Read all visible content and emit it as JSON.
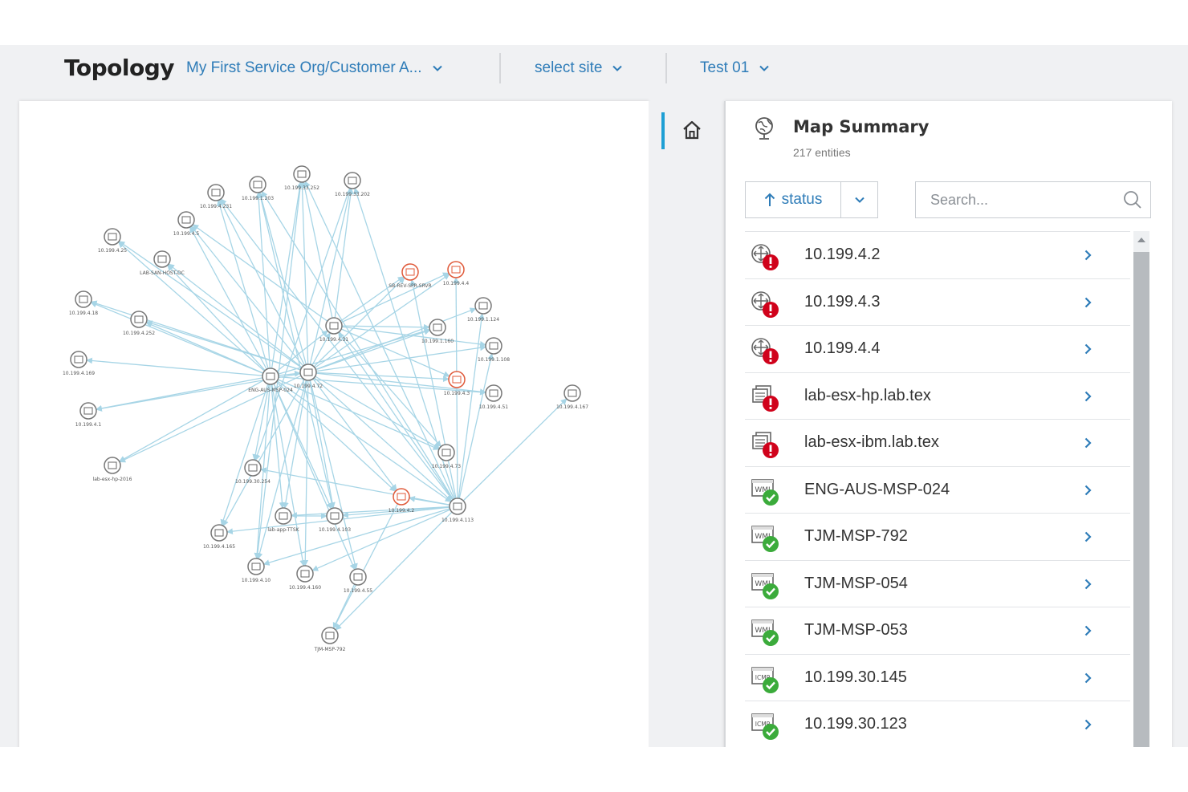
{
  "header": {
    "title": "Topology",
    "org_dropdown": "My First Service Org/Customer A...",
    "site_dropdown": "select site",
    "test_dropdown": "Test 01"
  },
  "summary": {
    "title": "Map Summary",
    "entity_count": "217 entities",
    "sort_label": "status",
    "search_placeholder": "Search..."
  },
  "entities": [
    {
      "name": "10.199.4.2",
      "icon": "network-device-icon",
      "status": "error"
    },
    {
      "name": "10.199.4.3",
      "icon": "network-device-icon",
      "status": "error"
    },
    {
      "name": "10.199.4.4",
      "icon": "network-device-icon",
      "status": "error"
    },
    {
      "name": "lab-esx-hp.lab.tex",
      "icon": "server-stack-icon",
      "status": "error"
    },
    {
      "name": "lab-esx-ibm.lab.tex",
      "icon": "server-stack-icon",
      "status": "error"
    },
    {
      "name": "ENG-AUS-MSP-024",
      "icon": "wmi-icon",
      "status": "ok"
    },
    {
      "name": "TJM-MSP-792",
      "icon": "wmi-icon",
      "status": "ok"
    },
    {
      "name": "TJM-MSP-054",
      "icon": "wmi-icon",
      "status": "ok"
    },
    {
      "name": "TJM-MSP-053",
      "icon": "wmi-icon",
      "status": "ok"
    },
    {
      "name": "10.199.30.145",
      "icon": "icmp-icon",
      "status": "ok"
    },
    {
      "name": "10.199.30.123",
      "icon": "icmp-icon",
      "status": "ok"
    }
  ],
  "map_nodes": [
    {
      "id": "n1",
      "label": "10.199.4.231",
      "status": "normal"
    },
    {
      "id": "n2",
      "label": "10.199.1.203",
      "status": "normal"
    },
    {
      "id": "n3",
      "label": "10.199.33.252",
      "status": "normal"
    },
    {
      "id": "n4",
      "label": "10.199.33.202",
      "status": "normal"
    },
    {
      "id": "n5",
      "label": "10.199.4.5",
      "status": "normal"
    },
    {
      "id": "n6",
      "label": "10.199.4.25",
      "status": "normal"
    },
    {
      "id": "n7",
      "label": "LAB-SAN-HOST-DC",
      "status": "normal"
    },
    {
      "id": "n8",
      "label": "SB-REV-SPR-SRVR",
      "status": "error"
    },
    {
      "id": "n9",
      "label": "10.199.4.4",
      "status": "error"
    },
    {
      "id": "n10",
      "label": "10.199.4.18",
      "status": "normal"
    },
    {
      "id": "n11",
      "label": "10.199.4.252",
      "status": "normal"
    },
    {
      "id": "n12",
      "label": "10.199.4.31",
      "status": "normal"
    },
    {
      "id": "n13",
      "label": "10.199.1.124",
      "status": "normal"
    },
    {
      "id": "n14",
      "label": "10.199.1.160",
      "status": "normal"
    },
    {
      "id": "n15",
      "label": "10.199.4.169",
      "status": "normal"
    },
    {
      "id": "n16",
      "label": "10.199.1.108",
      "status": "normal"
    },
    {
      "id": "n17",
      "label": "ENG-AUS-MSP-024",
      "status": "normal"
    },
    {
      "id": "n18",
      "label": "10.199.4.72",
      "status": "normal"
    },
    {
      "id": "n19",
      "label": "10.199.4.3",
      "status": "error"
    },
    {
      "id": "n20",
      "label": "10.199.4.51",
      "status": "normal"
    },
    {
      "id": "n21",
      "label": "10.199.4.167",
      "status": "normal"
    },
    {
      "id": "n22",
      "label": "10.199.4.1",
      "status": "normal"
    },
    {
      "id": "n23",
      "label": "lab-esx-hp-2016",
      "status": "normal"
    },
    {
      "id": "n24",
      "label": "10.199.4.73",
      "status": "normal"
    },
    {
      "id": "n25",
      "label": "10.199.30.254",
      "status": "normal"
    },
    {
      "id": "n26",
      "label": "10.199.4.2",
      "status": "error"
    },
    {
      "id": "n27",
      "label": "10.199.4.113",
      "status": "normal"
    },
    {
      "id": "n28",
      "label": "lab-app-TTSK",
      "status": "normal"
    },
    {
      "id": "n29",
      "label": "10.199.4.103",
      "status": "normal"
    },
    {
      "id": "n30",
      "label": "10.199.4.165",
      "status": "normal"
    },
    {
      "id": "n31",
      "label": "10.199.4.10",
      "status": "normal"
    },
    {
      "id": "n32",
      "label": "10.199.4.160",
      "status": "normal"
    },
    {
      "id": "n33",
      "label": "10.199.4.55",
      "status": "normal"
    },
    {
      "id": "n34",
      "label": "TJM-MSP-792",
      "status": "normal"
    }
  ],
  "colors": {
    "accent": "#2e7cb8",
    "edge": "#a7d5e6",
    "error": "#d0021b",
    "ok": "#3bab3b",
    "node_error_ring": "#e05a3a"
  }
}
